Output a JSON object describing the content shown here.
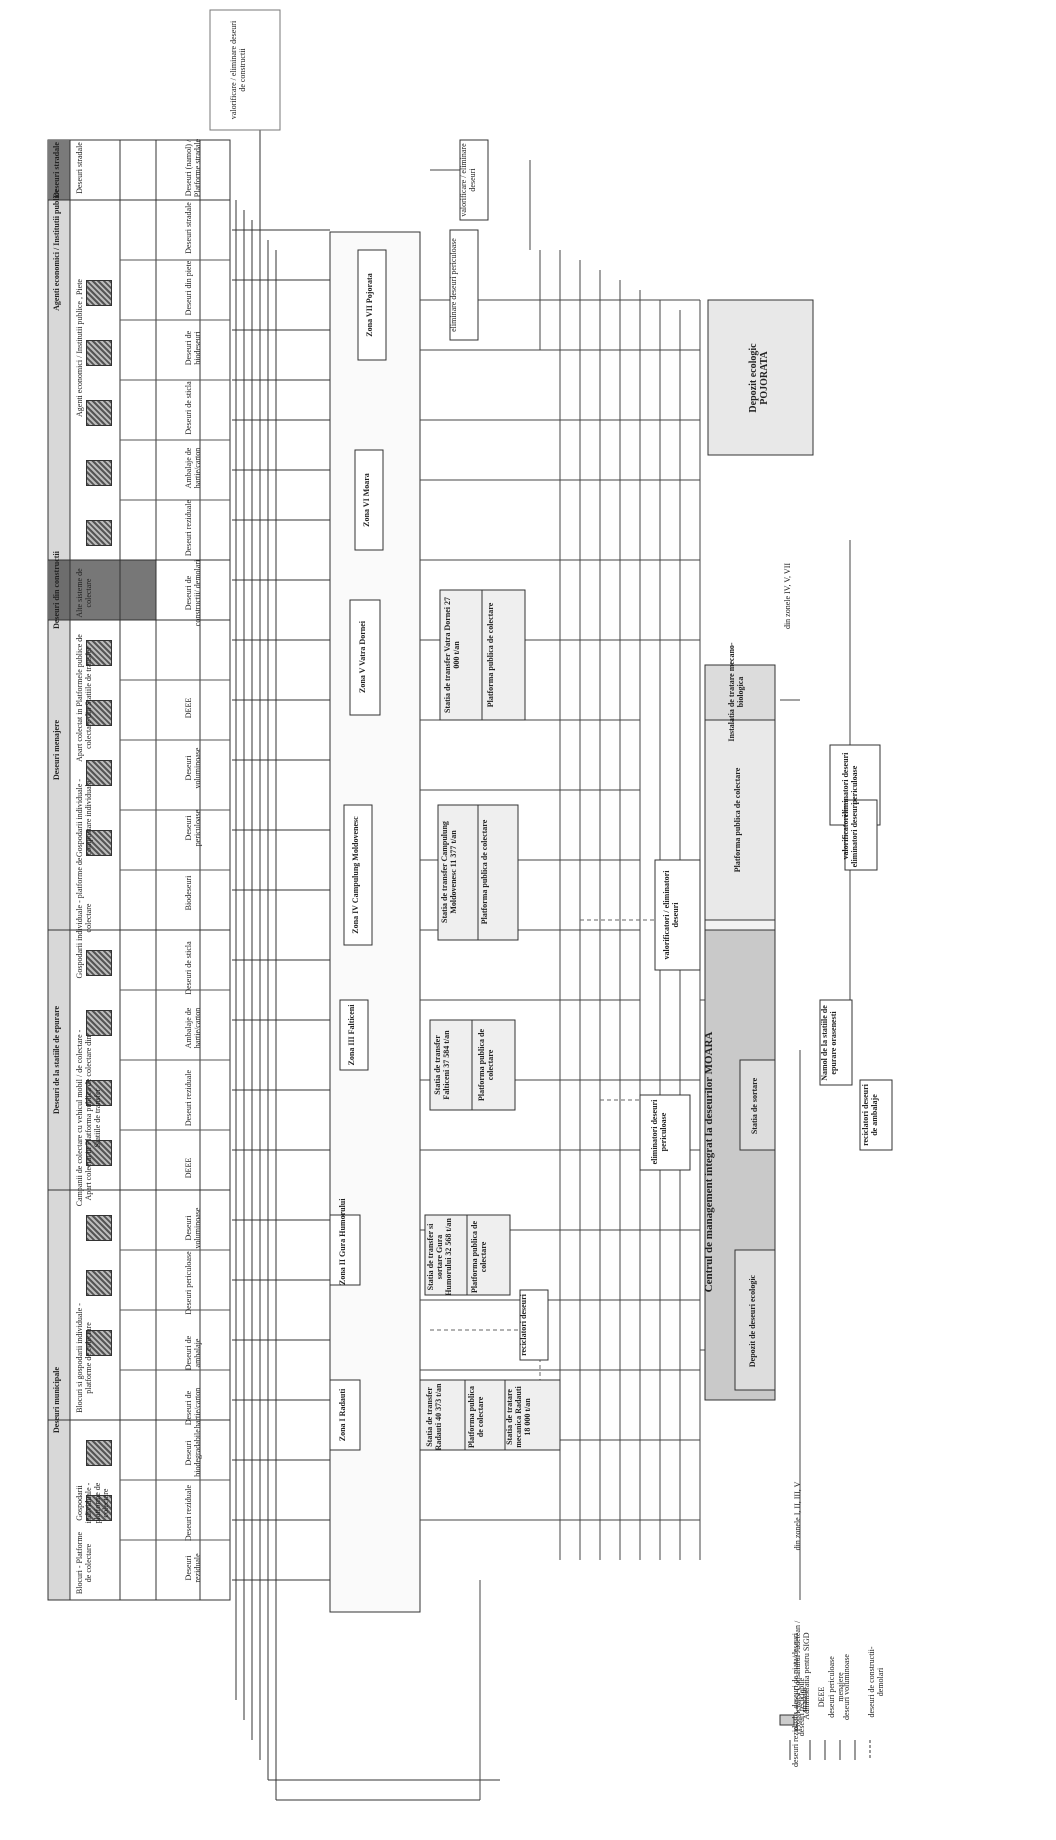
{
  "top_box": {
    "text": "valorificare / eliminare deseuri de constructii"
  },
  "small_box_valor_top": {
    "text": "valorificare / eliminare deseuri"
  },
  "small_box_periculoase_top": {
    "text": "eliminare deseuri periculoase"
  },
  "header_groups": [
    {
      "label": "Deseuri municipale"
    },
    {
      "label": "Agenti economici / Institutii publice"
    },
    {
      "label": "Deseuri din constructii"
    },
    {
      "label": "Deseuri de la statiile de epurare"
    },
    {
      "label": "Deseuri menajere"
    },
    {
      "label": "Deseuri stradale"
    }
  ],
  "header_subgroups": [
    {
      "label": "Blocuri - Platforme de colectare"
    },
    {
      "label": "Gospodarii individuale - platforme de colectare"
    },
    {
      "label": "Blocuri si gospodarii individuale - platforme de colectare"
    },
    {
      "label": "Campanii de colectare cu vehicul mobil / de colectare - Apart colectat in Platforma publica de colectare din Statiile de transfer"
    },
    {
      "label": "Gospodarii individuale - platforme de colectare"
    },
    {
      "label": "Gospodarii individuale - compostare individuala"
    },
    {
      "label": "Apart colectat in Platformele publice de colectare din Statiile de transfer"
    },
    {
      "label": "Alte sisteme de colectare"
    },
    {
      "label": "Agenti economici / Institutii publice , Piete"
    },
    {
      "label": "Deseuri stradale"
    }
  ],
  "waste_types": [
    {
      "label": "Deseuri reziduale"
    },
    {
      "label": "Deseuri reziduale"
    },
    {
      "label": "Deseuri biodegradabile"
    },
    {
      "label": "Deseuri de hartie/carton"
    },
    {
      "label": "Deseuri de ambalaje"
    },
    {
      "label": "Deseuri periculoase"
    },
    {
      "label": "Deseuri voluminoase"
    },
    {
      "label": "DEEE"
    },
    {
      "label": "Deseuri reziduale"
    },
    {
      "label": "Ambalaje de hartie/carton"
    },
    {
      "label": "Deseuri de sticla"
    },
    {
      "label": "Biodeseuri"
    },
    {
      "label": "Deseuri periculoase"
    },
    {
      "label": "Deseuri voluminoase"
    },
    {
      "label": "DEEE"
    },
    {
      "label": "Deseuri de constructii/ demolari"
    },
    {
      "label": "Deseuri reziduale"
    },
    {
      "label": "Ambalaje de hartie/carton"
    },
    {
      "label": "Deseuri de sticla"
    },
    {
      "label": "Deseuri de biodeseuri"
    },
    {
      "label": "Deseuri din piete"
    },
    {
      "label": "Deseuri stradale"
    },
    {
      "label": "Deseuri (namol) / Platforme stradale"
    }
  ],
  "zones": [
    {
      "title": "Zona I Radauti",
      "station": "Statia de transfer Radauti 40 373 t/an",
      "platform": "Platforma publica de colectare",
      "sorting": "Statia de tratare mecanica Radauti 18 000 t/an"
    },
    {
      "title": "Zona II Gura Humorului",
      "station": "Statia de transfer si sortare Gura Humorului 32 568 t/an",
      "platform": "Platforma publica de colectare"
    },
    {
      "title": "Zona III Falticeni",
      "station": "Statia de transfer Falticeni 37 584 t/an",
      "platform": "Platforma publica de colectare"
    },
    {
      "title": "Zona IV Campulung Moldovenesc",
      "station": "Statia de transfer Campulung Moldovenesc 11 377 t/an",
      "platform": "Platforma publica de colectare"
    },
    {
      "title": "Zona V Vatra Dornei",
      "station": "Statia de transfer Vatra Dornei 27 000 t/an",
      "platform": "Platforma publica de colectare"
    },
    {
      "title": "Zona VI Moara"
    },
    {
      "title": "Zona VII Pojorata"
    }
  ],
  "side_boxes": {
    "reciclatori": "reciclatori deseuri",
    "elim_period_1": "eliminatori deseuri periculoase",
    "valor_elim_1": "valorificatori / eliminatori deseuri",
    "elim_period_2": "eliminatori deseuri periculoase",
    "valor_elim_2": "valorificatori / eliminatori deseuri",
    "namol": "Namol de la statiile de epurare orasenesti",
    "reciclatori_ambalaje": "reciclatori deseuri de ambalaje"
  },
  "cmid": {
    "title": "Centrul de management integrat la deseurilor MOARA",
    "deposit": "Depozit de deseuri ecologic",
    "sorting": "Statia de sortare",
    "platform": "Platforma publica de colectare",
    "tmb": "Instalatia de tratare mecano-biologica"
  },
  "pojorata": {
    "title": "Depozit ecologic POJORATA",
    "note": "din zonele IV, V, VII"
  },
  "note_zones_123": "din zonele I, II, III, V",
  "legend": [
    {
      "label": "Proprietatea Consiliului Judetean / Administratia pentru SIGD"
    },
    {
      "label": "deseuri reziduale, deseuri de piata/deseuri stradale"
    },
    {
      "label": "deseuri reciclabile"
    },
    {
      "label": "DEEE"
    },
    {
      "label": "deseuri periculoase menajere"
    },
    {
      "label": "deseuri voluminoase"
    },
    {
      "label": "deseuri de constructii-demolari"
    }
  ]
}
